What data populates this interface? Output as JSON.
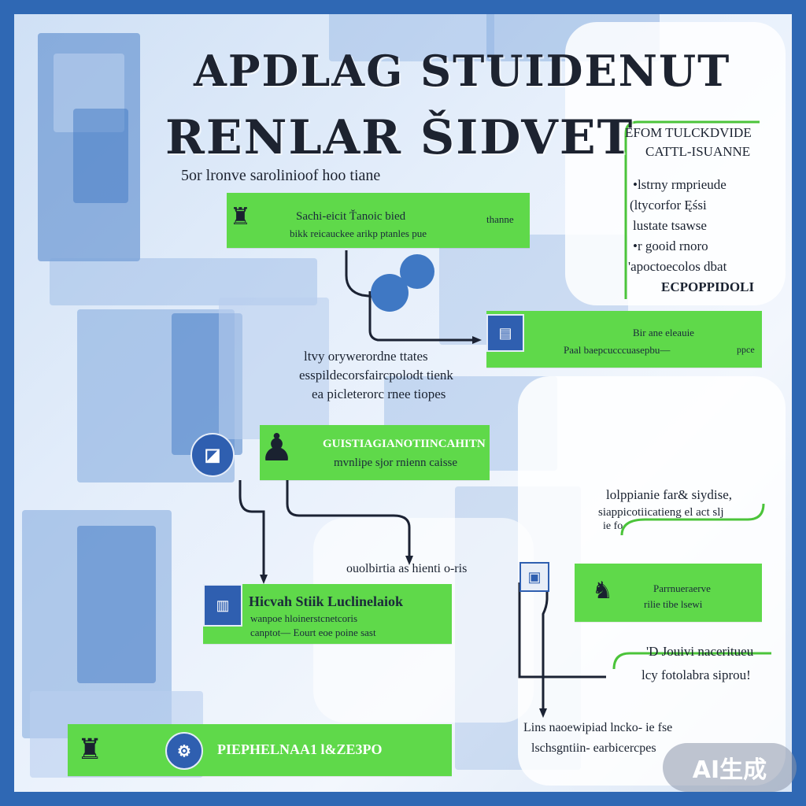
{
  "title": {
    "line1": "APDLAG STUIDENUT",
    "line2": "RENLAR ŠIDVET",
    "subtitle": "5or lronve sarolinioof hoo tiane"
  },
  "sidebar_top": {
    "heading1": "EFOM TULCKDVIDE",
    "heading2": "CATTL-ISUANNE",
    "lines": [
      "•lstrny rmprieude",
      "(ltycorfor Ęśsi",
      "lustate tsawse",
      "•r gooid rnoro",
      "'apoctoecolos dbat"
    ],
    "footer": "ECPOPPIDOLI"
  },
  "bar1": {
    "line1": "Sachi-eicit Ťanoic  bied",
    "line2": "bikk reicauckee arikp  ptanles  pue",
    "right": "thanne"
  },
  "bar2": {
    "line1": "Bir ane eleauie",
    "line2": "Paal  baepcucccuasepbu—",
    "right": "ppce"
  },
  "middle_note": {
    "lines": [
      "ltvy orywerordne ttates",
      "esspildecorsfaircpolodt tienk",
      "ea picleterorc rnee tiopes"
    ]
  },
  "bar3": {
    "line1": "GUISTIAGIANOTIINCAHITN",
    "line2": "mvnlipe sjor rnienn caisse"
  },
  "right_note": {
    "lines": [
      "lolppianie far& siydise,",
      "siappicotiicatieng el act slj",
      "ie fo"
    ]
  },
  "label_middle": "ouolbirtia as hienti o-ris",
  "bar4": {
    "line1": "Hicvah Stiik Luclinelaiok",
    "line2": "wanpoe   hloinerstcnetcoris",
    "line3": "canptot—  Eourt eoe poine sast"
  },
  "bar5": {
    "line1": "Parrnueraerve",
    "line2": "rilie tibe lsewi"
  },
  "right_note2": {
    "lines": [
      "'D Jouivi naceritueu",
      "lcy fotolabra siprou!"
    ]
  },
  "bottom_note": {
    "lines": [
      "Lins naoewipiad lncko- ie fse",
      "lschsgntiin-  earbicercpes"
    ]
  },
  "bar6": {
    "label": "PIEPHELNAA1 l&ZE3PO"
  },
  "icons": {
    "tag": "tag-icon",
    "gear": "gear-icon",
    "doc": "document-icon",
    "person": "person-icon",
    "figure": "figure-icon"
  },
  "colors": {
    "frame_blue": "#2f68b4",
    "bar_green": "#5fd94a",
    "icon_blue": "#2f5fb0",
    "connector": "#1b2233"
  },
  "watermark": "AI生成"
}
